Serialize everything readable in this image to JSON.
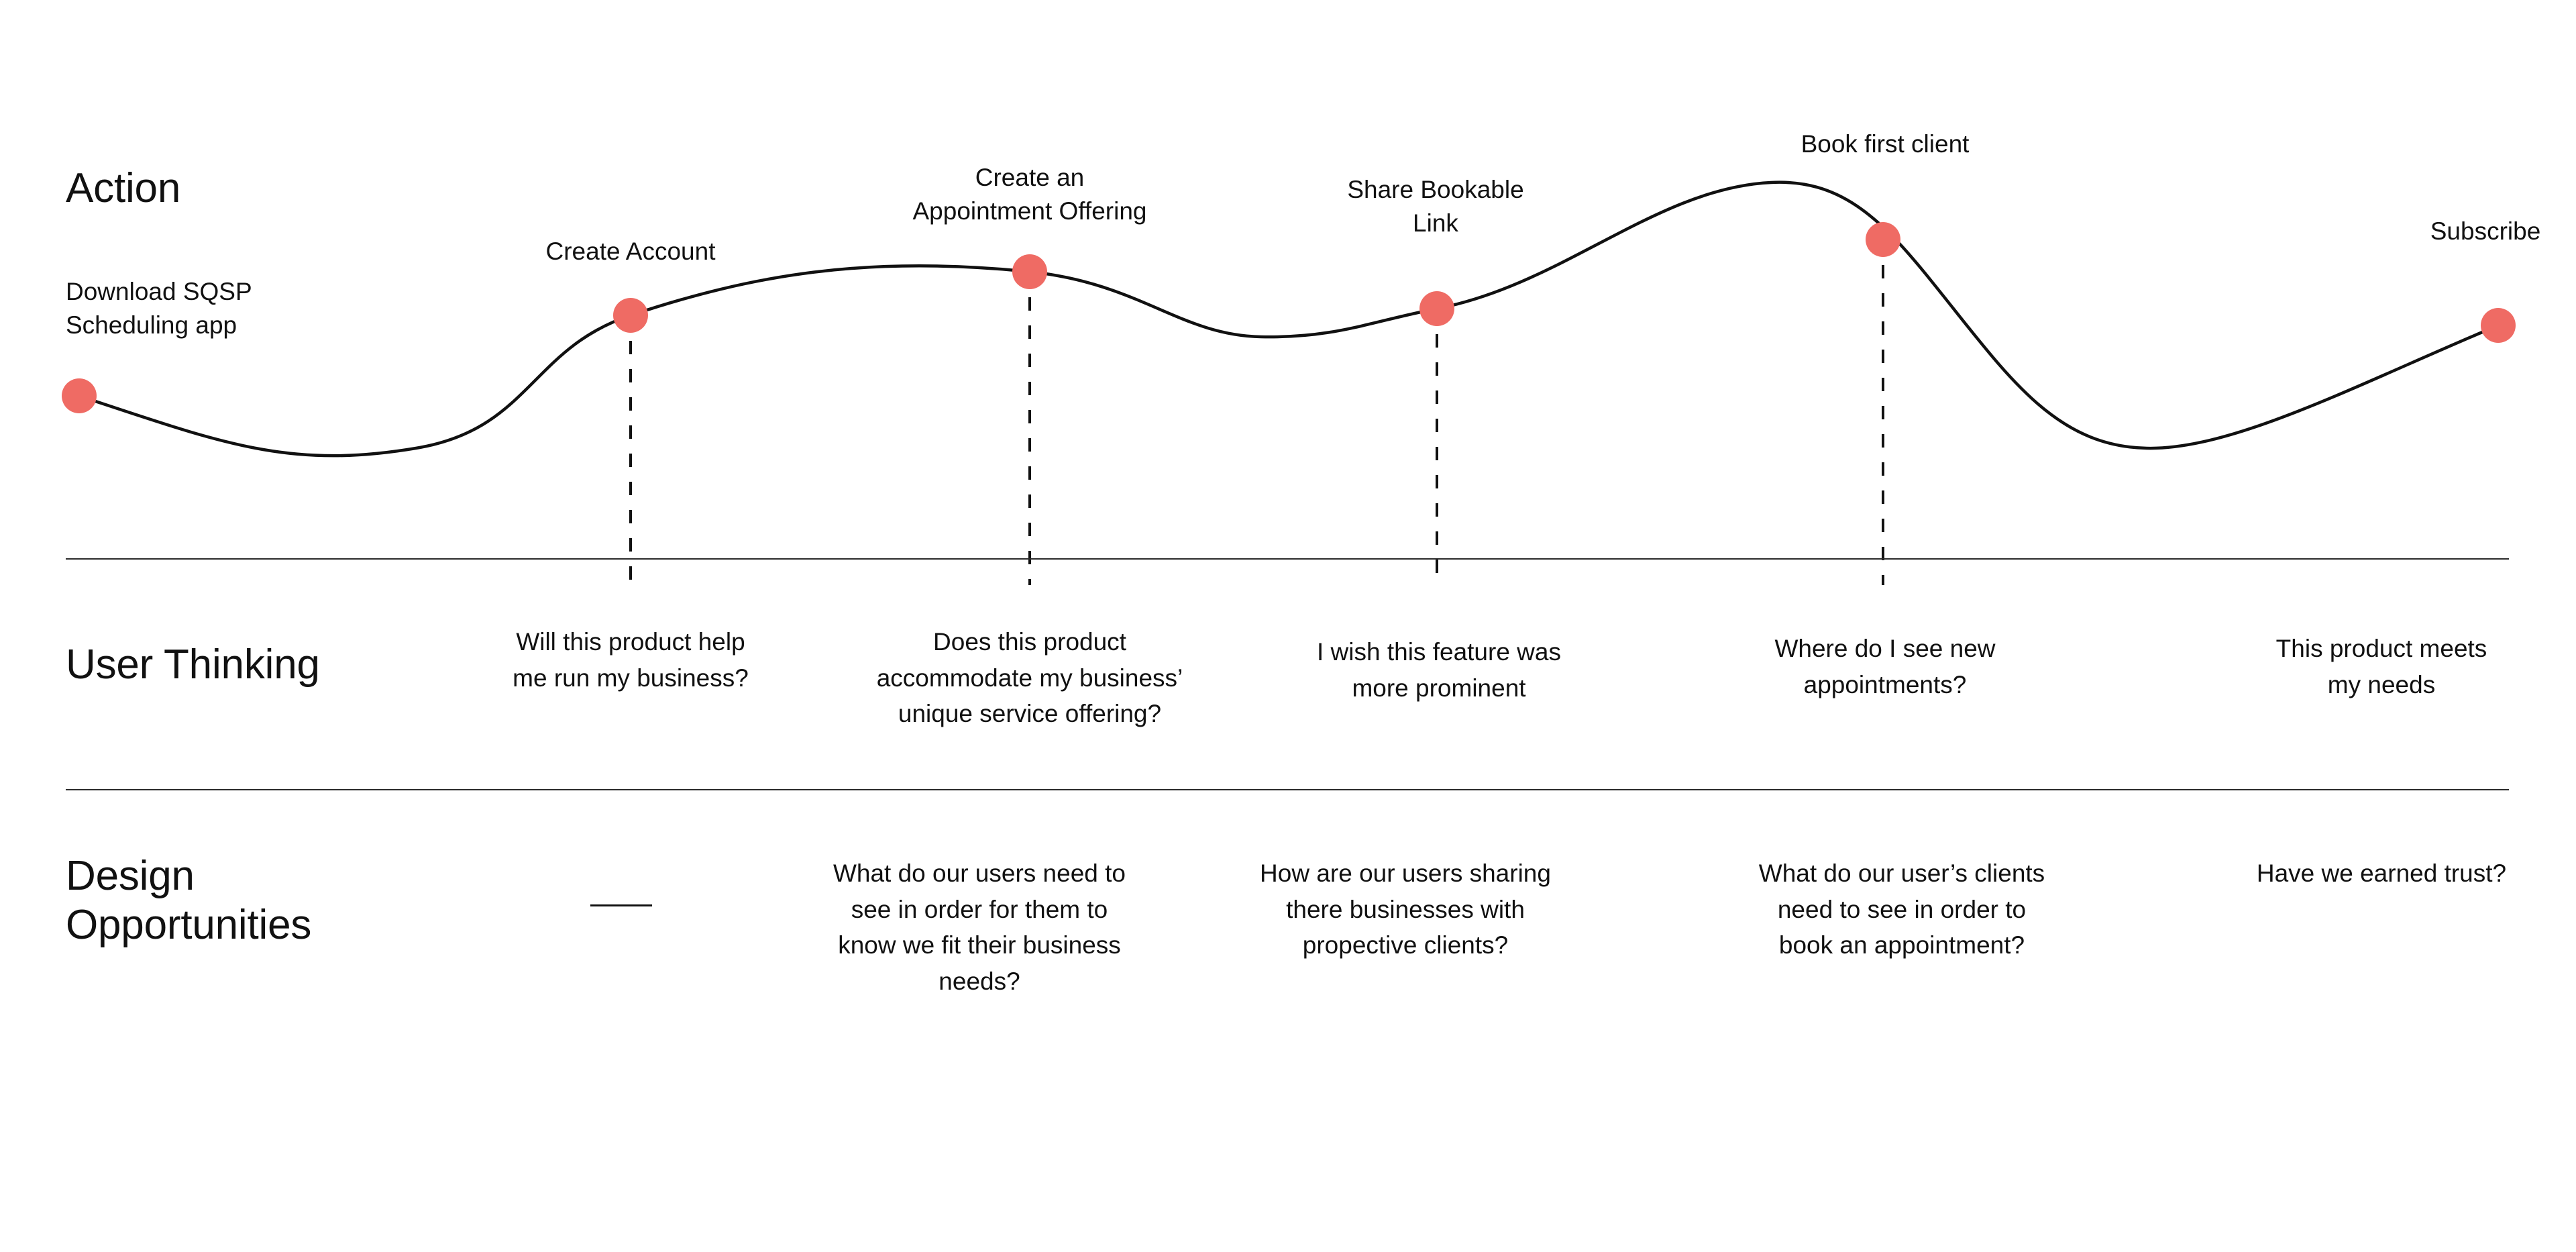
{
  "meta": {
    "accent_color": "#EF6B64",
    "line_color": "#111111",
    "background": "#FFFFFF"
  },
  "rows": {
    "action": {
      "heading": "Action"
    },
    "user_thinking": {
      "heading": "User Thinking"
    },
    "design_opportunities": {
      "heading": "Design\nOpportunities"
    }
  },
  "chart_data": {
    "type": "line",
    "title": "Action",
    "xlabel": "",
    "ylabel": "",
    "grid": false,
    "legend": null,
    "annotations": [
      "Download SQSP Scheduling app",
      "Create Account",
      "Create an Appointment Offering",
      "Share Bookable Link",
      "Book first client",
      "Subscribe"
    ],
    "x": [
      0,
      1,
      2,
      3,
      4,
      5
    ],
    "values": [
      0.42,
      0.58,
      0.74,
      0.62,
      0.82,
      0.66
    ],
    "categories": [
      "Download SQSP Scheduling app",
      "Create Account",
      "Create an Appointment Offering",
      "Share Bookable Link",
      "Book first client",
      "Subscribe"
    ]
  },
  "steps": [
    {
      "id": "download-app",
      "action_label": "Download SQSP\nScheduling app",
      "user_thinking": "",
      "design_opportunity": "",
      "design_opportunity_is_dash": false,
      "has_connector": false
    },
    {
      "id": "create-account",
      "action_label": "Create Account",
      "user_thinking": "Will this product help\nme run my business?",
      "design_opportunity": "",
      "design_opportunity_is_dash": true,
      "has_connector": true
    },
    {
      "id": "create-appointment-offering",
      "action_label": "Create an\nAppointment Offering",
      "user_thinking": "Does this product\naccommodate my business’\nunique service offering?",
      "design_opportunity": "What do our users need to\nsee in order for them to\nknow we fit their business\nneeds?",
      "design_opportunity_is_dash": false,
      "has_connector": true
    },
    {
      "id": "share-bookable-link",
      "action_label": "Share Bookable\nLink",
      "user_thinking": "I wish this feature was\nmore prominent",
      "design_opportunity": "How are our users sharing\nthere businesses with\npropective clients?",
      "design_opportunity_is_dash": false,
      "has_connector": true
    },
    {
      "id": "book-first-client",
      "action_label": "Book first client",
      "user_thinking": "Where do I see new\nappointments?",
      "design_opportunity": "What do our user’s clients\nneed to see in order to\nbook an appointment?",
      "design_opportunity_is_dash": false,
      "has_connector": true
    },
    {
      "id": "subscribe",
      "action_label": "Subscribe",
      "user_thinking": "This product meets\nmy needs",
      "design_opportunity": "Have we earned trust?",
      "design_opportunity_is_dash": false,
      "has_connector": false
    }
  ]
}
